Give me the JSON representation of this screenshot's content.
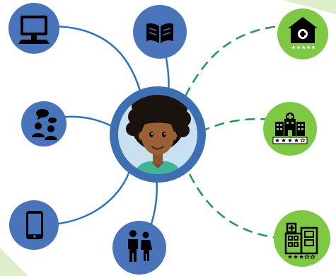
{
  "colors": {
    "blue_node": "#4a74b9",
    "blue_line": "#2a74bd",
    "green_node": "#7fc843",
    "green_line": "#1f9a4a",
    "corner_accent": "#dfeecb",
    "center_ring": "#3f6fb3",
    "center_fill": "#c9e0f0"
  },
  "center": {
    "icon": "person-avatar-icon"
  },
  "left_nodes": [
    {
      "icon": "desktop-computer-icon"
    },
    {
      "icon": "open-book-icon"
    },
    {
      "icon": "discussion-group-icon"
    },
    {
      "icon": "tablet-device-icon"
    },
    {
      "icon": "family-people-icon"
    }
  ],
  "right_nodes": [
    {
      "icon": "house-medical-cross-icon",
      "stars": 5
    },
    {
      "icon": "hospital-building-icon",
      "stars": 4
    },
    {
      "icon": "clinic-building-icon",
      "stars": 3
    }
  ]
}
